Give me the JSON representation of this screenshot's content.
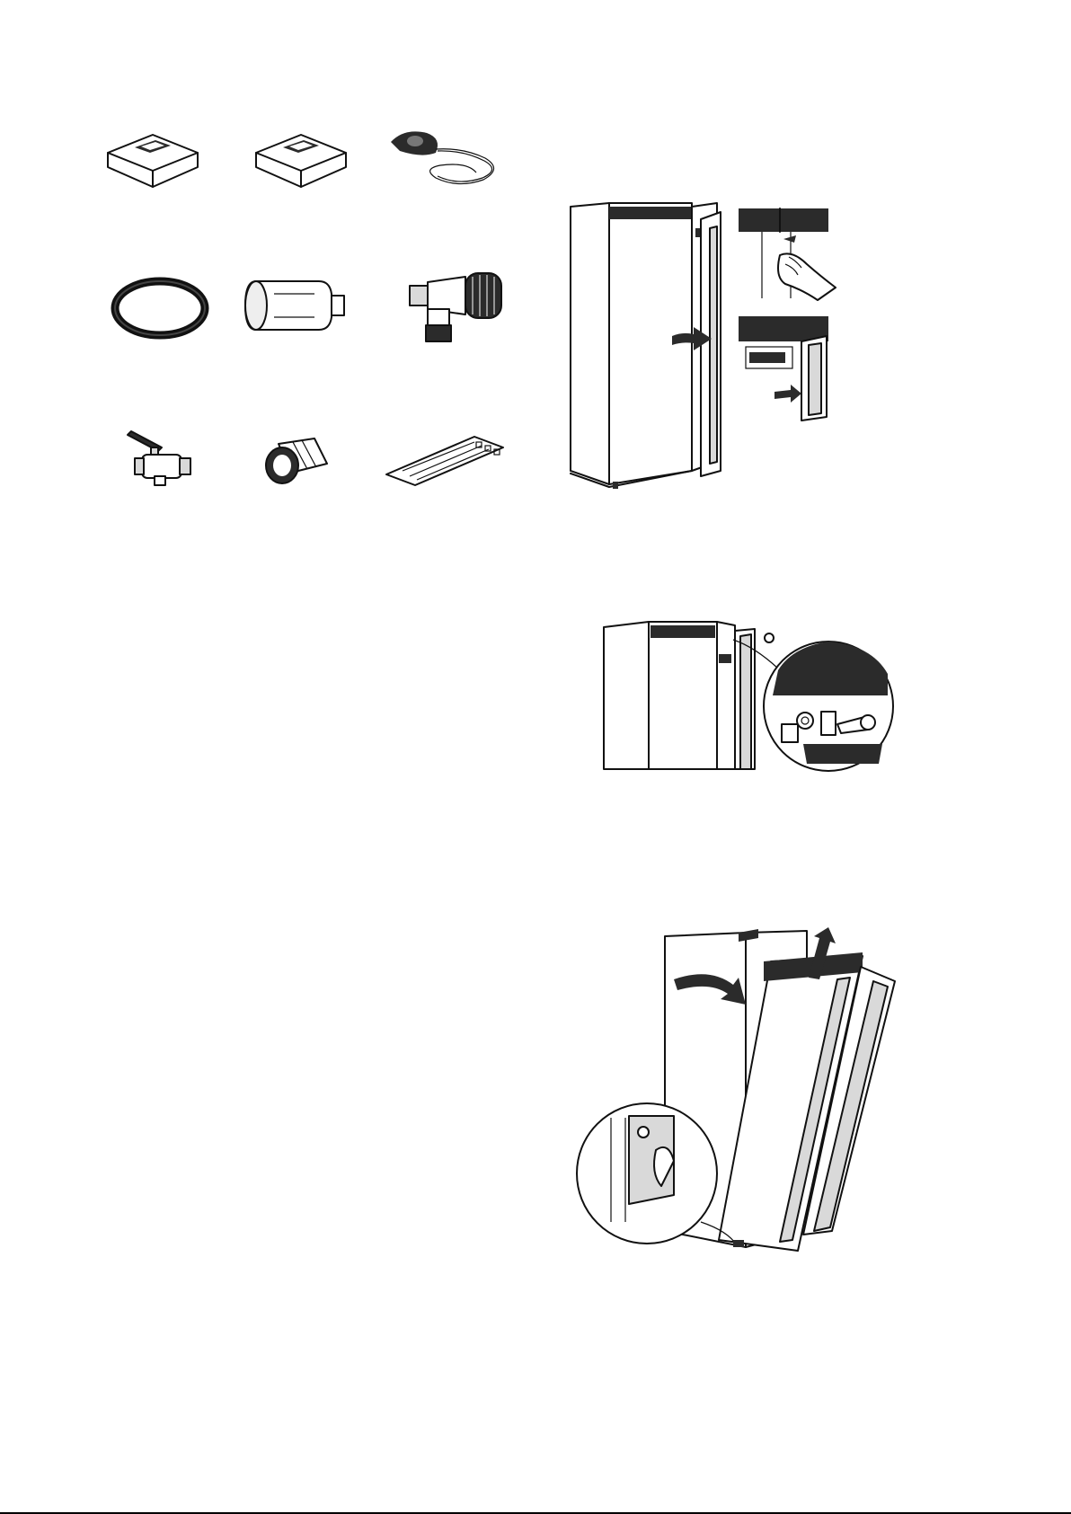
{
  "page": {
    "accessory_icons": [
      "room-sensor-unit-icon",
      "room-sensor-unit-icon",
      "temperature-sensor-with-cable-icon",
      "o-ring-seal-icon",
      "particle-filter-icon",
      "safety-valve-icon",
      "ball-valve-icon",
      "compression-coupling-icon",
      "label-sheet-icon"
    ],
    "illustrations": [
      "front-panel-removal-illustration",
      "screw-removal-illustration",
      "front-cover-lift-illustration"
    ]
  }
}
